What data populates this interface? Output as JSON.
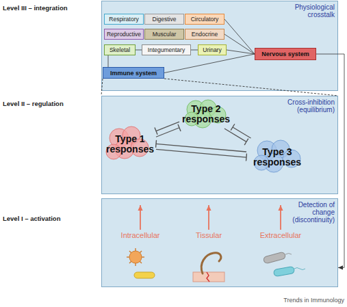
{
  "diagram": {
    "nodes": [
      {
        "text": [
          "Physiological crosstalk"
        ]
      },
      {
        "text": [
          "Respiratory"
        ],
        "in": 0
      },
      {
        "text": [
          "Digestive"
        ],
        "in": 0
      },
      {
        "text": [
          "Circulatory"
        ],
        "in": 0
      },
      {
        "text": [
          "Reproductive"
        ],
        "in": 0
      },
      {
        "text": [
          "Muscular"
        ],
        "in": 0
      },
      {
        "text": [
          "Endocrine"
        ],
        "in": 0
      },
      {
        "text": [
          "Skeletal"
        ],
        "in": 0
      },
      {
        "text": [
          "Integumentary"
        ],
        "in": 0
      },
      {
        "text": [
          "Urinary"
        ],
        "in": 0
      },
      {
        "text": [
          "Nervous system"
        ],
        "in": 0
      },
      {
        "text": [
          "Immune system"
        ],
        "in": 0
      },
      {
        "text": [
          "Cross-inhibition (equilibrium)"
        ]
      },
      {
        "text": [
          "Type 2 responses"
        ],
        "in": 12
      },
      {
        "text": [
          "Type 1 responses"
        ],
        "in": 12
      },
      {
        "text": [
          "Type 3 responses"
        ],
        "in": 12
      },
      {
        "text": [
          "Detection of change (discontinuity)"
        ]
      }
    ],
    "edges": [
      {
        "from": 3,
        "to": 10,
        "arrow": "none"
      },
      {
        "from": 6,
        "to": 10,
        "arrow": "none"
      },
      {
        "from": 9,
        "to": 10,
        "arrow": "none"
      },
      {
        "from": 11,
        "to": 10,
        "arrow": "none"
      },
      {
        "from": 7,
        "to": 8,
        "arrow": "none"
      },
      {
        "from": 8,
        "to": 9,
        "arrow": "none"
      },
      {
        "from": 7,
        "to": 11,
        "arrow": "none"
      },
      {
        "from": 11,
        "to": 12,
        "arrow": "none"
      },
      {
        "from": 11,
        "to": 12,
        "arrow": "none"
      },
      {
        "from": 14,
        "to": 13,
        "arrow": "to"
      },
      {
        "from": 13,
        "to": 14,
        "arrow": "to"
      },
      {
        "from": 13,
        "to": 15,
        "arrow": "to"
      },
      {
        "from": 15,
        "to": 13,
        "arrow": "to"
      },
      {
        "from": 14,
        "to": 15,
        "arrow": "to"
      },
      {
        "from": 15,
        "to": 14,
        "arrow": "to"
      },
      {
        "from": 10,
        "to": 16,
        "arrow": "to"
      }
    ],
    "labels": [
      "Level III – integration",
      "Level II – regulation",
      "Level I – activation",
      "Intracellular",
      "Tissular",
      "Extracellular",
      "Trends in Immunology"
    ]
  }
}
